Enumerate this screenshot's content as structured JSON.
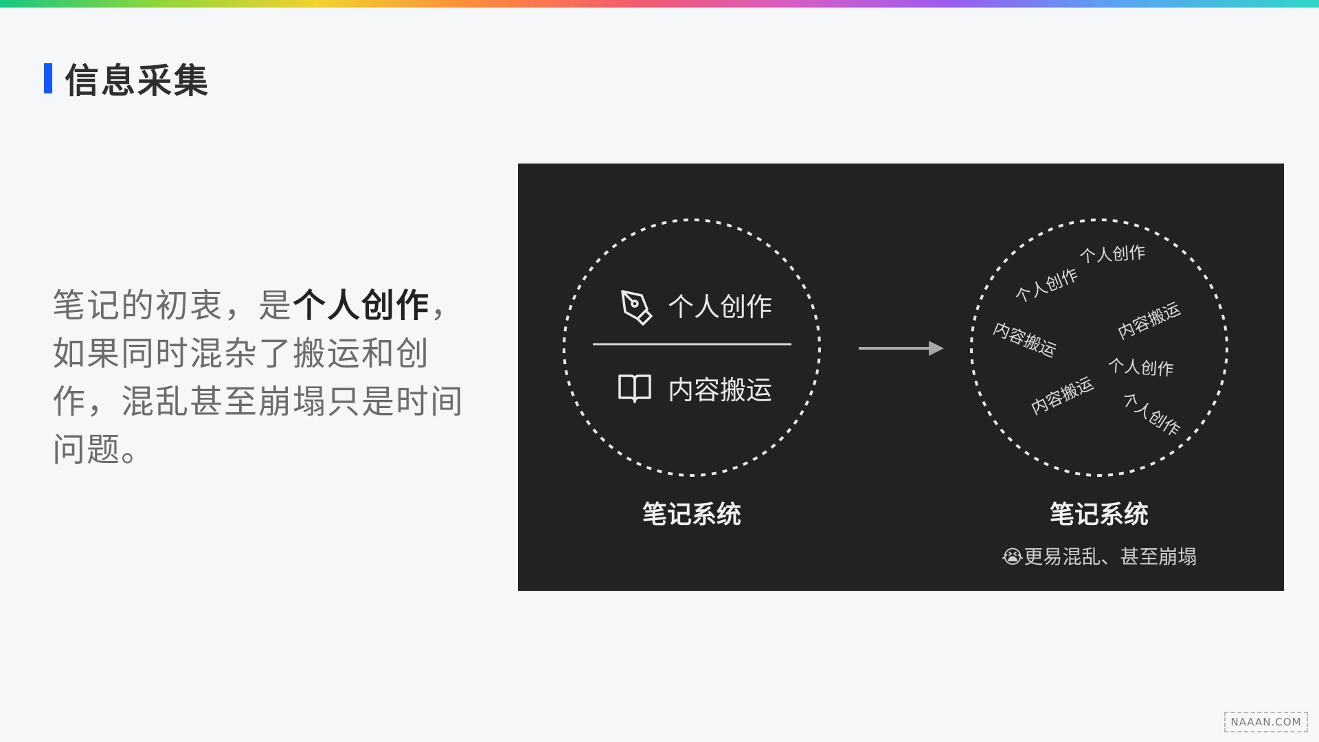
{
  "header": {
    "title": "信息采集"
  },
  "body": {
    "part1": "笔记的初衷，是",
    "bold": "个人创作",
    "part2": "，如果同时混杂了搬运和创作，混乱甚至崩塌只是时间问题。"
  },
  "diagram": {
    "left": {
      "item1": "个人创作",
      "item1_icon": "pen-nib-icon",
      "item2": "内容搬运",
      "item2_icon": "open-book-icon",
      "caption": "笔记系统"
    },
    "right": {
      "labels": [
        "个人创作",
        "个人创作",
        "内容搬运",
        "内容搬运",
        "个人创作",
        "内容搬运",
        "个人创作"
      ],
      "caption": "笔记系统",
      "note_emoji": "😭",
      "note": "更易混乱、甚至崩塌"
    },
    "arrow_icon": "right-arrow-icon"
  },
  "watermark": "NAAAN.COM"
}
